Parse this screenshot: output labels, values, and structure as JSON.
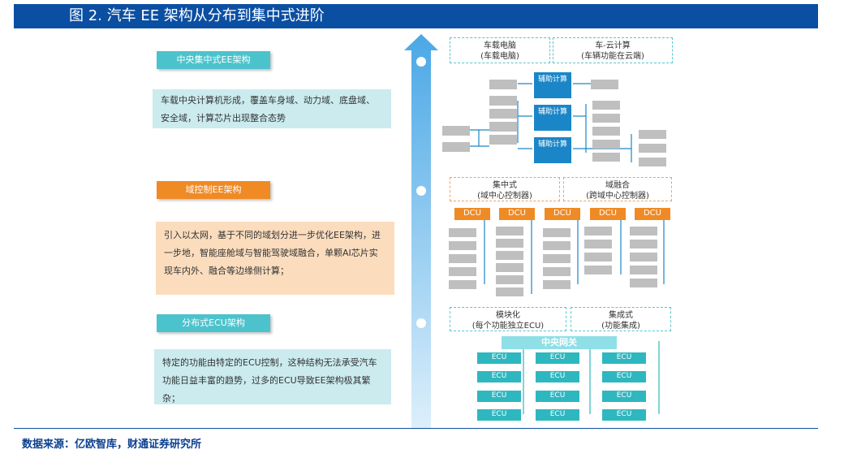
{
  "title": "图 2. 汽车 EE 架构从分布到集中式进阶",
  "source": "数据来源：亿欧智库，财通证券研究所",
  "stages": [
    {
      "label": "中央集中式EE架构",
      "desc": "车载中央计算机形成，覆盖车身域、动力域、底盘域、安全域，计算芯片出现整合态势"
    },
    {
      "label": "域控制EE架构",
      "desc": "引入以太网，基于不同的域划分进一步优化EE架构，进一步地，智能座舱域与智能驾驶域融合，单颗AI芯片实现车内外、融合等边缘侧计算；"
    },
    {
      "label": "分布式ECU架构",
      "desc": "特定的功能由特定的ECU控制，这种结构无法承受汽车功能日益丰富的趋势，过多的ECU导致EE架构极其繁杂；"
    }
  ],
  "central": {
    "boxes": [
      {
        "line1": "车载电脑",
        "line2": "(车载电脑)"
      },
      {
        "line1": "车-云计算",
        "line2": "(车辆功能在云端)"
      }
    ],
    "aux_label": "辅助计算"
  },
  "domain": {
    "boxes": [
      {
        "line1": "集中式",
        "line2": "(域中心控制器)"
      },
      {
        "line1": "域融合",
        "line2": "(跨域中心控制器)"
      }
    ],
    "dcu_label": "DCU"
  },
  "distributed": {
    "boxes": [
      {
        "line1": "模块化",
        "line2": "(每个功能独立ECU)"
      },
      {
        "line1": "集成式",
        "line2": "(功能集成)"
      }
    ],
    "gateway": "中央网关",
    "ecu_label": "ECU"
  },
  "colors": {
    "banner": "#0B4FA3",
    "teal": "#4CC3CC",
    "orange": "#F08A24",
    "aux_blue": "#1A86C8",
    "node_gray": "#BFBFBF",
    "arrow": "#8FC8EE"
  }
}
